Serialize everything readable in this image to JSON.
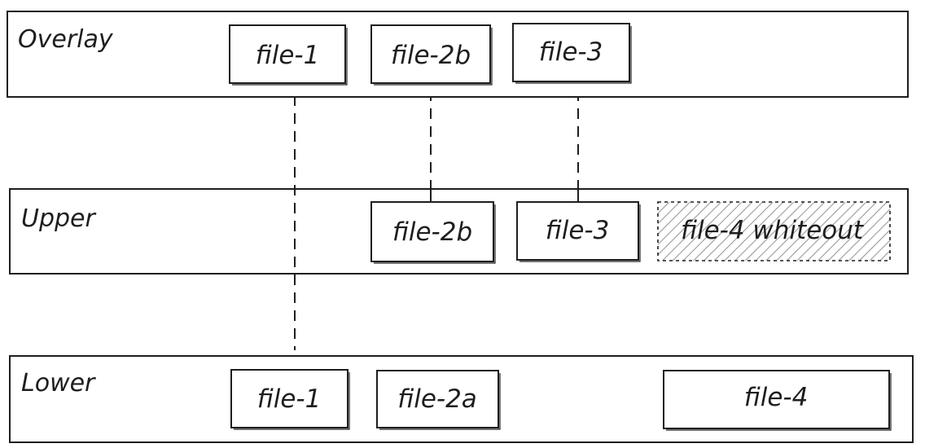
{
  "diagram": {
    "ink_color": "#1e1e1e",
    "hatch_color": "#9a9a9a",
    "layers": [
      {
        "id": "overlay",
        "label": "Overlay",
        "files": [
          {
            "id": "file-1",
            "label": "file-1"
          },
          {
            "id": "file-2b",
            "label": "file-2b"
          },
          {
            "id": "file-3",
            "label": "file-3"
          }
        ]
      },
      {
        "id": "upper",
        "label": "Upper",
        "files": [
          {
            "id": "file-2b",
            "label": "file-2b"
          },
          {
            "id": "file-3",
            "label": "file-3"
          },
          {
            "id": "file-4-whiteout",
            "label": "file-4 whiteout",
            "style": "whiteout"
          }
        ]
      },
      {
        "id": "lower",
        "label": "Lower",
        "files": [
          {
            "id": "file-1",
            "label": "file-1"
          },
          {
            "id": "file-2a",
            "label": "file-2a"
          },
          {
            "id": "file-4",
            "label": "file-4"
          }
        ]
      }
    ],
    "links": [
      {
        "from": "overlay.file-1",
        "to": "lower.file-1"
      },
      {
        "from": "overlay.file-2b",
        "to": "upper.file-2b"
      },
      {
        "from": "overlay.file-3",
        "to": "upper.file-3"
      }
    ]
  }
}
